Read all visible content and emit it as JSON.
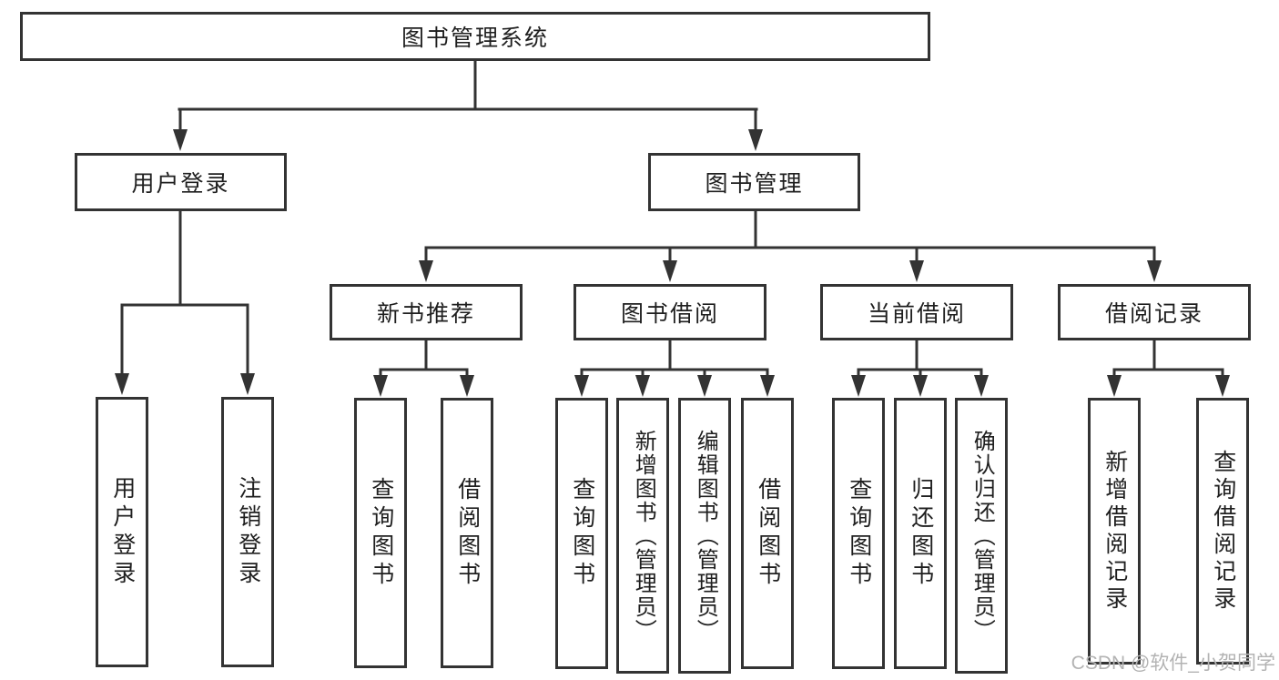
{
  "diagram": {
    "root": {
      "label": "图书管理系统"
    },
    "user_login": {
      "label": "用户登录",
      "children": [
        {
          "label": "用户登录"
        },
        {
          "label": "注销登录"
        }
      ]
    },
    "book_mgmt": {
      "label": "图书管理",
      "sections": [
        {
          "label": "新书推荐",
          "children": [
            {
              "label": "查询图书"
            },
            {
              "label": "借阅图书"
            }
          ]
        },
        {
          "label": "图书借阅",
          "children": [
            {
              "label": "查询图书"
            },
            {
              "label": "新增图书（管理员）"
            },
            {
              "label": "编辑图书（管理员）"
            },
            {
              "label": "借阅图书"
            }
          ]
        },
        {
          "label": "当前借阅",
          "children": [
            {
              "label": "查询图书"
            },
            {
              "label": "归还图书"
            },
            {
              "label": "确认归还（管理员）"
            }
          ]
        },
        {
          "label": "借阅记录",
          "children": [
            {
              "label": "新增借阅记录"
            },
            {
              "label": "查询借阅记录"
            }
          ]
        }
      ]
    }
  },
  "watermark": {
    "text": "CSDN @软件_小贺同学"
  },
  "colors": {
    "line": "#333333",
    "text": "#1f1f1f",
    "watermark": "#b3b3b3",
    "background": "#ffffff"
  }
}
